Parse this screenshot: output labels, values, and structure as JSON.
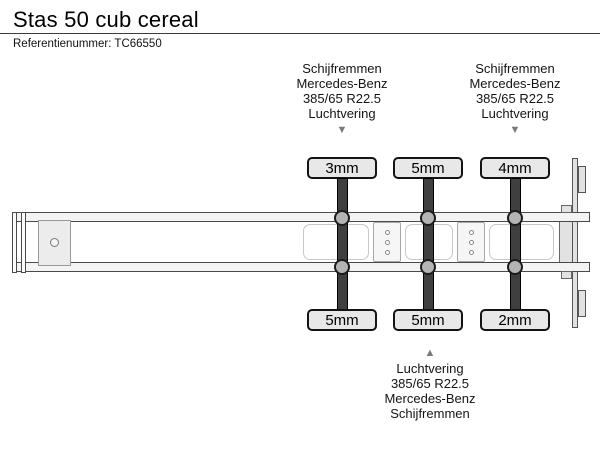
{
  "header": {
    "title": "Stas 50 cub cereal",
    "reference": "Referentienummer: TC66550"
  },
  "annotations": {
    "top_left": {
      "lines": [
        "Schijfremmen",
        "Mercedes-Benz",
        "385/65 R22.5",
        "Luchtvering"
      ],
      "arrow": "▼"
    },
    "top_right": {
      "lines": [
        "Schijfremmen",
        "Mercedes-Benz",
        "385/65 R22.5",
        "Luchtvering"
      ],
      "arrow": "▼"
    },
    "bottom": {
      "arrow": "▲",
      "lines": [
        "Luchtvering",
        "385/65 R22.5",
        "Mercedes-Benz",
        "Schijfremmen"
      ]
    }
  },
  "axles": [
    {
      "top_value": "3mm",
      "bottom_value": "5mm"
    },
    {
      "top_value": "5mm",
      "bottom_value": "5mm"
    },
    {
      "top_value": "4mm",
      "bottom_value": "2mm"
    }
  ],
  "colors": {
    "shaft": "#3f3f3f",
    "badge_fill": "#e8e8e8",
    "bushing_fill": "#b4b4b4",
    "arrow": "#7a7a7a",
    "rail_fill": "#f3f3f3"
  }
}
